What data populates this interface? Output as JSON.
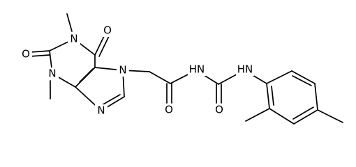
{
  "diagram": {
    "type": "chemical-structure",
    "atom_labels": {
      "n1": "N",
      "n3": "N",
      "n7": "N",
      "n9": "N",
      "o2": "O",
      "o6": "O",
      "o_amide": "O",
      "o_urea": "O",
      "nh_amide": "HN",
      "nh_aryl": "HN"
    },
    "colors": {
      "ink": "#000000",
      "background": "#ffffff"
    }
  }
}
